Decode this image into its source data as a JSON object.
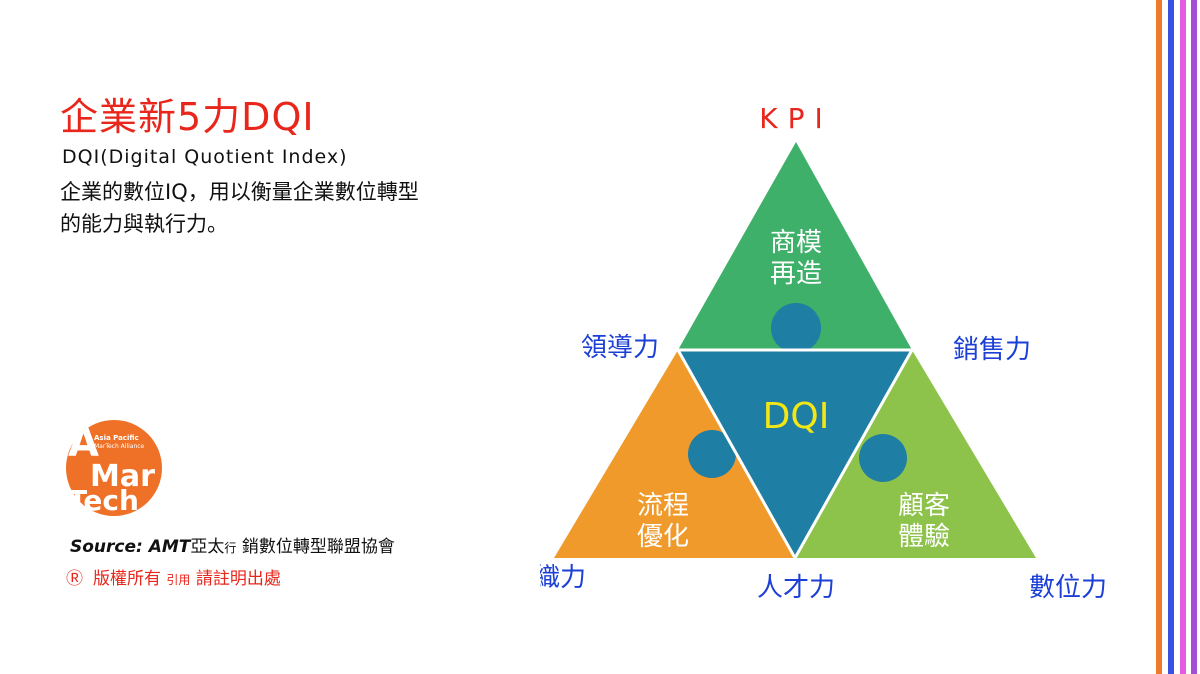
{
  "title": "企業新5力DQI",
  "subtitle": "DQI(Digital Quotient Index)",
  "description": [
    "企業的數位IQ，用以衡量企業數位轉型",
    "的能力與執行力。"
  ],
  "logo": {
    "icon": "amt-logo",
    "text_top": "Asia Pacific",
    "text_bottom": "MarTech Alliance",
    "big_a": "A",
    "big_mar": "Mar",
    "big_tech": "Tech",
    "color": "#ee7127"
  },
  "source": {
    "prefix": "Source: AMT",
    "org1": "亞太",
    "small1": "行",
    "org2": " 銷數位轉型聯盟協會"
  },
  "copyright": {
    "mark": "Ⓡ",
    "text1": "版權所有 ",
    "small": "引用",
    "text2": " 請註明出處"
  },
  "diagram": {
    "top_label": "KPI",
    "labels": {
      "left_mid": "領導力",
      "right_mid": "銷售力",
      "bottom_left": "組織力",
      "bottom_center": "人才力",
      "bottom_right": "數位力"
    },
    "pieces": {
      "top": [
        "商模",
        "再造"
      ],
      "center": "DQI",
      "left": [
        "流程",
        "優化"
      ],
      "right": [
        "顧客",
        "體驗"
      ]
    },
    "colors": {
      "top": "#3fb06a",
      "center": "#1f7ea3",
      "left": "#ef9a2a",
      "right": "#8dc34a",
      "label_blue": "#1c3fd6",
      "accent_red": "#e8261b",
      "dqi_yellow": "#f2e614"
    }
  },
  "stripes": [
    "#ef7a2a",
    "#3b4fe0",
    "#e55be0",
    "#a24fd6"
  ]
}
